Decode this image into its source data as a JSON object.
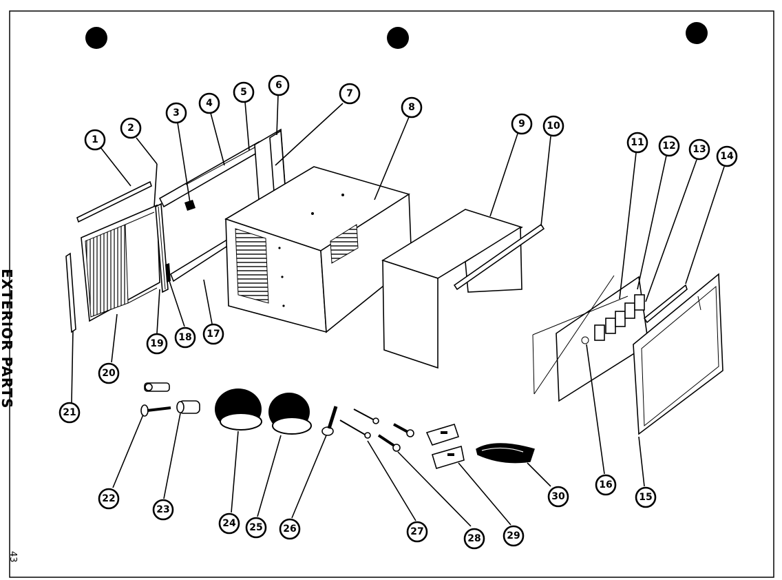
{
  "page": {
    "title": "EXTERIOR PARTS",
    "page_number": "43"
  },
  "callouts": [
    "1",
    "2",
    "3",
    "4",
    "5",
    "6",
    "7",
    "8",
    "9",
    "10",
    "11",
    "12",
    "13",
    "14",
    "15",
    "16",
    "17",
    "18",
    "19",
    "20",
    "21",
    "22",
    "23",
    "24",
    "25",
    "26",
    "27",
    "28",
    "29",
    "30"
  ]
}
